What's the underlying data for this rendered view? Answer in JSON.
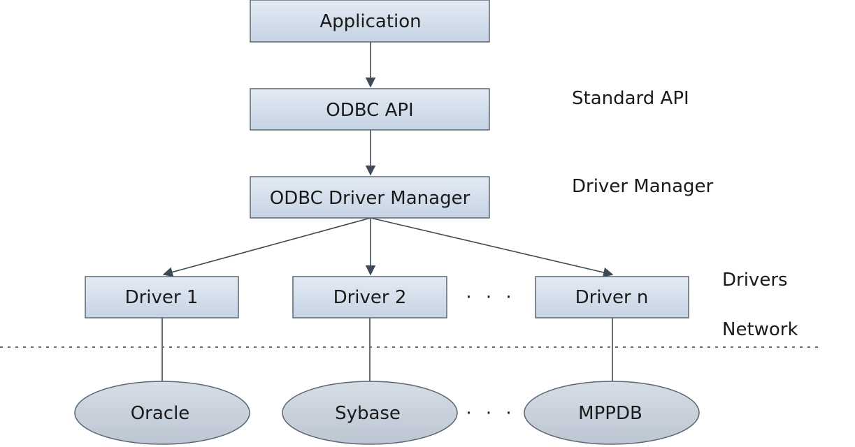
{
  "nodes": {
    "application": "Application",
    "odbc_api": "ODBC API",
    "driver_manager": "ODBC Driver Manager",
    "driver_1": "Driver 1",
    "driver_2": "Driver 2",
    "driver_n": "Driver n",
    "oracle": "Oracle",
    "sybase": "Sybase",
    "mppdb": "MPPDB",
    "drivers_ellipsis": "· · ·",
    "databases_ellipsis": "· · ·"
  },
  "layers": {
    "standard_api": "Standard API",
    "driver_manager": "Driver Manager",
    "drivers": "Drivers",
    "network": "Network"
  },
  "colors": {
    "box_fill_top": "#e3ebf5",
    "box_fill_bottom": "#c6d3e3",
    "ellipse_fill": "#c9d1db",
    "stroke": "#5b6673"
  }
}
